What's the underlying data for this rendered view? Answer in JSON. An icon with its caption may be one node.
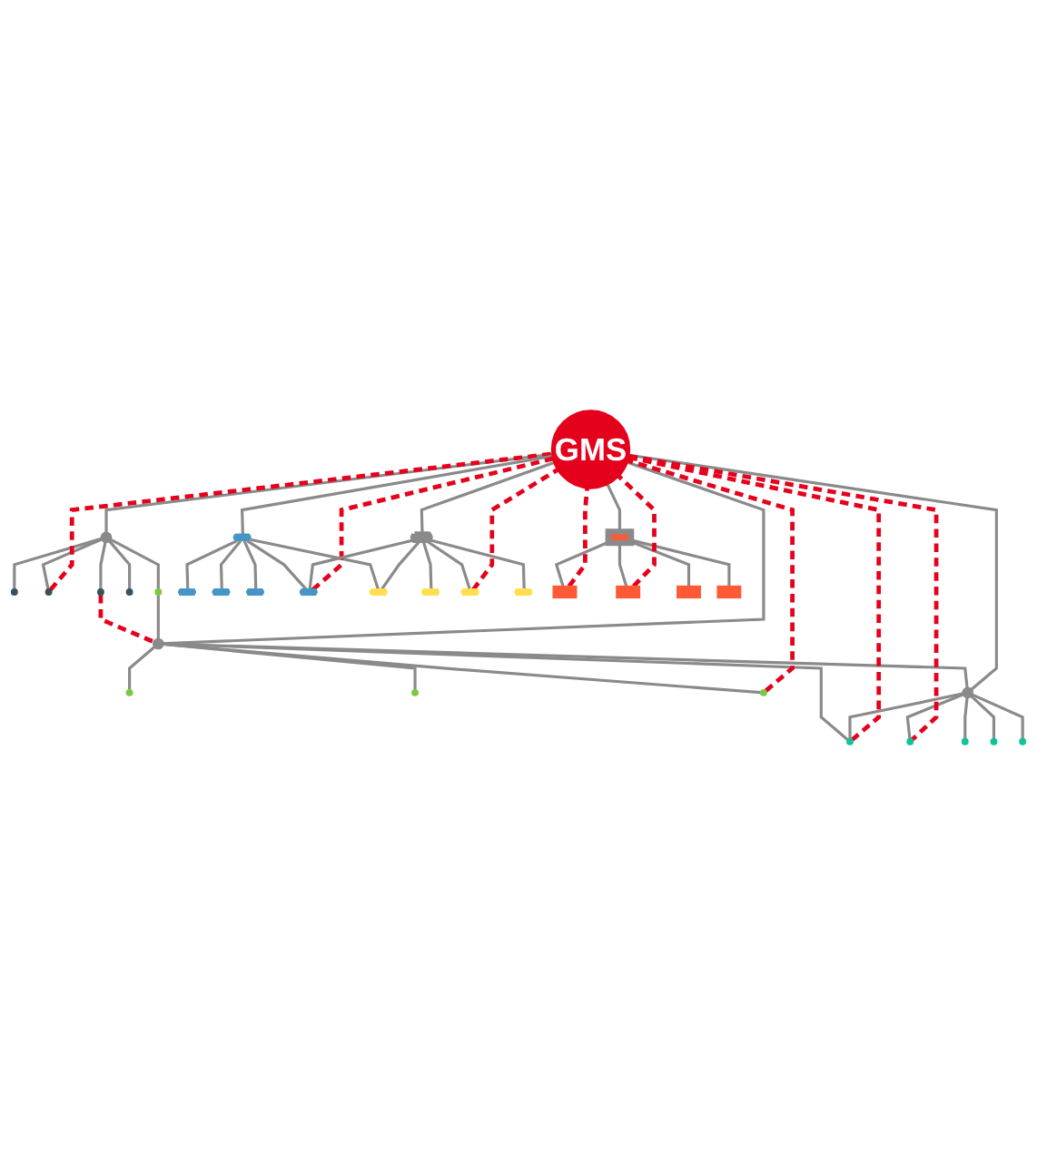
{
  "diagram": {
    "nodes": [
      {
        "text": [
          "GMS"
        ]
      },
      {
        "text": [],
        "shape": "circle"
      },
      {
        "text": [],
        "shape": "circle"
      },
      {
        "text": [],
        "shape": "circle"
      },
      {
        "text": [],
        "shape": "circle"
      },
      {
        "text": [],
        "shape": "circle"
      },
      {
        "text": [],
        "shape": "circle"
      },
      {
        "text": [],
        "shape": "circle"
      },
      {
        "text": [],
        "shape": "circle"
      },
      {
        "text": [],
        "shape": "circle"
      },
      {
        "text": [],
        "shape": "circle"
      },
      {
        "text": [],
        "shape": "circle"
      },
      {
        "text": [],
        "shape": "circle"
      },
      {
        "text": [],
        "shape": "circle"
      },
      {
        "text": [],
        "shape": "circle"
      },
      {
        "text": [],
        "shape": "circle"
      },
      {
        "text": [],
        "shape": "circle"
      },
      {
        "text": [],
        "shape": "pentagon"
      },
      {
        "text": [],
        "shape": "pentagon"
      },
      {
        "text": [],
        "shape": "pentagon"
      },
      {
        "text": [],
        "shape": "pentagon"
      },
      {
        "text": [],
        "shape": "pentagon"
      },
      {
        "text": [],
        "shape": "pentagon"
      },
      {
        "text": [],
        "shape": "pentagon"
      },
      {
        "text": [],
        "shape": "pentagon"
      },
      {
        "text": [],
        "shape": "pentagon"
      },
      {
        "text": [],
        "shape": "pentagon"
      },
      {
        "text": [],
        "shape": "box"
      },
      {
        "text": [],
        "shape": "box"
      },
      {
        "text": [],
        "shape": "box"
      },
      {
        "text": [],
        "shape": "box"
      },
      {
        "text": [],
        "shape": "box"
      }
    ],
    "edges": [
      {
        "from": 1,
        "to": 2,
        "arrow": "none"
      },
      {
        "from": 1,
        "to": 3,
        "arrow": "none"
      },
      {
        "from": 1,
        "to": 4,
        "arrow": "none"
      },
      {
        "from": 1,
        "to": 5,
        "arrow": "none"
      },
      {
        "from": 0,
        "to": 1,
        "arrow": "none"
      },
      {
        "from": 3,
        "to": 0,
        "arrow": "none",
        "style": "dashed",
        "color": "#e5001b"
      },
      {
        "from": 4,
        "to": 6,
        "arrow": "none",
        "style": "dashed",
        "color": "#e5001b"
      },
      {
        "from": 1,
        "to": 7,
        "arrow": "none"
      },
      {
        "from": 7,
        "to": 6,
        "arrow": "none"
      },
      {
        "from": 6,
        "to": 8,
        "arrow": "none"
      },
      {
        "from": 6,
        "to": 9,
        "arrow": "none"
      },
      {
        "from": 6,
        "to": 10,
        "arrow": "none"
      },
      {
        "from": 0,
        "to": 6,
        "arrow": "none"
      },
      {
        "from": 6,
        "to": 11,
        "arrow": "none"
      },
      {
        "from": 6,
        "to": 12,
        "arrow": "none"
      },
      {
        "from": 10,
        "to": 0,
        "arrow": "none",
        "style": "dashed",
        "color": "#e5001b"
      },
      {
        "from": 11,
        "to": 12,
        "arrow": "none"
      },
      {
        "from": 11,
        "to": 13,
        "arrow": "none"
      },
      {
        "from": 11,
        "to": 14,
        "arrow": "none"
      },
      {
        "from": 11,
        "to": 15,
        "arrow": "none"
      },
      {
        "from": 11,
        "to": 16,
        "arrow": "none"
      },
      {
        "from": 0,
        "to": 11,
        "arrow": "none"
      },
      {
        "from": 0,
        "to": 12,
        "arrow": "none",
        "style": "dashed",
        "color": "#e5001b"
      },
      {
        "from": 0,
        "to": 13,
        "arrow": "none",
        "style": "dashed",
        "color": "#e5001b"
      },
      {
        "from": 17,
        "to": 18,
        "arrow": "none"
      },
      {
        "from": 17,
        "to": 19,
        "arrow": "none"
      },
      {
        "from": 17,
        "to": 20,
        "arrow": "none"
      },
      {
        "from": 17,
        "to": 21,
        "arrow": "none"
      },
      {
        "from": 0,
        "to": 17,
        "arrow": "none"
      },
      {
        "from": 17,
        "to": 23,
        "arrow": "none"
      },
      {
        "from": 21,
        "to": 0,
        "arrow": "none",
        "style": "dashed",
        "color": "#e5001b"
      },
      {
        "from": 22,
        "to": 23,
        "arrow": "none"
      },
      {
        "from": 22,
        "to": 24,
        "arrow": "none"
      },
      {
        "from": 22,
        "to": 25,
        "arrow": "none"
      },
      {
        "from": 22,
        "to": 26,
        "arrow": "none"
      },
      {
        "from": 0,
        "to": 22,
        "arrow": "none"
      },
      {
        "from": 22,
        "to": 21,
        "arrow": "none"
      },
      {
        "from": 25,
        "to": 0,
        "arrow": "none",
        "style": "dashed",
        "color": "#e5001b"
      },
      {
        "from": 27,
        "to": 28,
        "arrow": "none"
      },
      {
        "from": 27,
        "to": 29,
        "arrow": "none"
      },
      {
        "from": 27,
        "to": 30,
        "arrow": "none"
      },
      {
        "from": 27,
        "to": 31,
        "arrow": "none"
      },
      {
        "from": 0,
        "to": 27,
        "arrow": "none"
      },
      {
        "from": 28,
        "to": 0,
        "arrow": "none",
        "style": "dashed",
        "color": "#e5001b"
      },
      {
        "from": 29,
        "to": 0,
        "arrow": "none",
        "style": "dashed",
        "color": "#e5001b"
      }
    ]
  }
}
